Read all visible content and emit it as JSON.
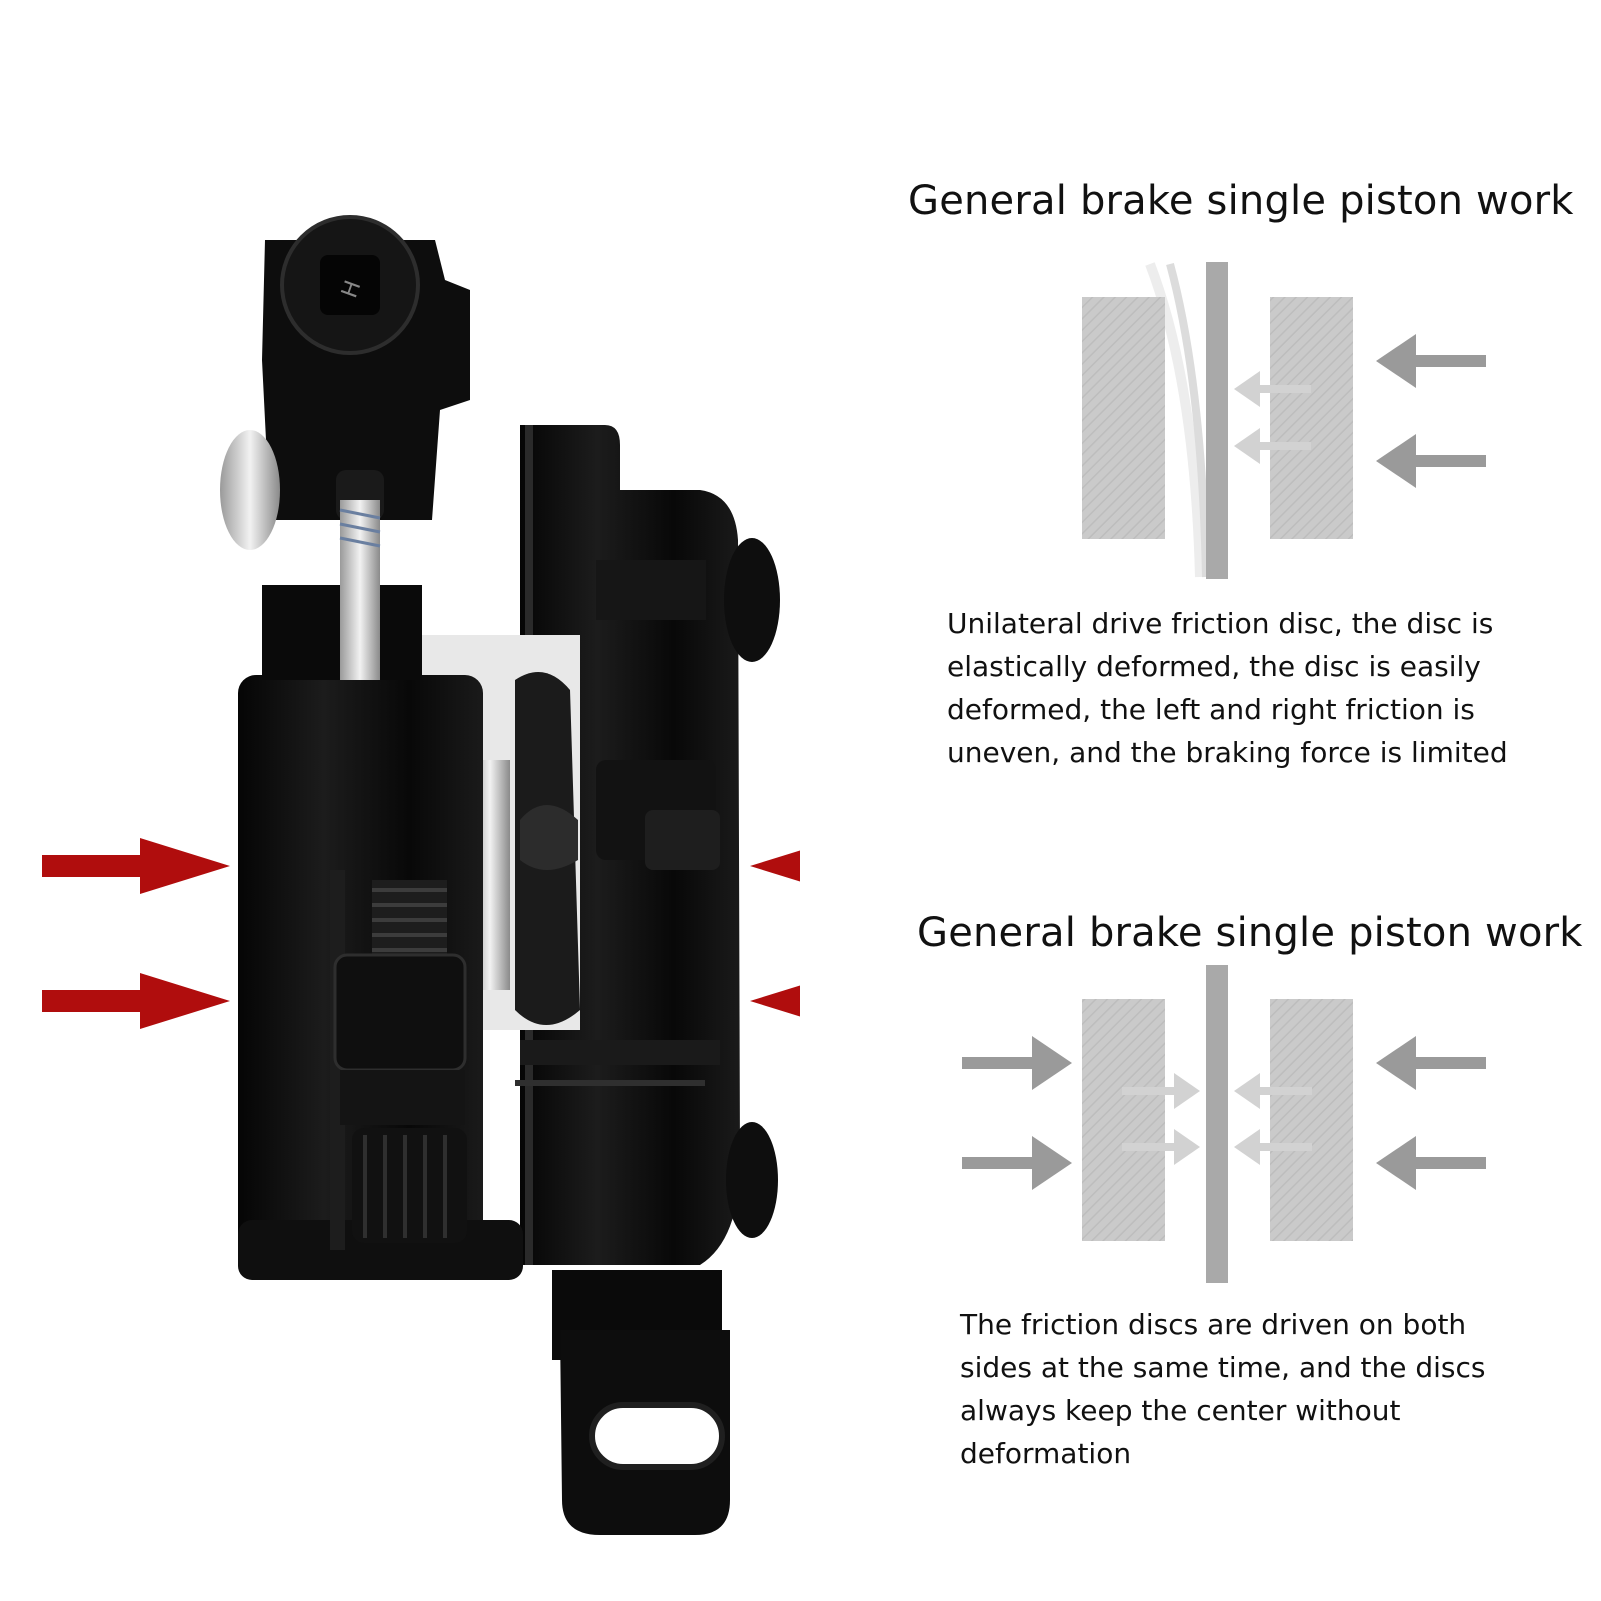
{
  "colors": {
    "background": "#ffffff",
    "text": "#111111",
    "arrow_red": "#b00d0d",
    "pad_gray": "#c9c9c9",
    "disc_gray": "#a9a9a9",
    "arrow_dark_gray": "#9a9a9a",
    "arrow_light_gray": "#cfcfcf",
    "caliper_black": "#0b0b0b"
  },
  "photo": {
    "subject": "brake-caliper-photo",
    "engraved_mark": "H"
  },
  "panel_top": {
    "heading": "General brake single piston work",
    "description_lines": [
      "Unilateral drive friction disc, the disc is",
      "elastically deformed, the disc is easily",
      "deformed, the left and right friction is",
      "uneven, and the braking force is limited"
    ]
  },
  "panel_bottom": {
    "heading": "General brake single piston work",
    "description_lines": [
      "The friction discs are driven on both",
      "sides at the same time, and the discs",
      "always keep the center without",
      "deformation"
    ]
  }
}
